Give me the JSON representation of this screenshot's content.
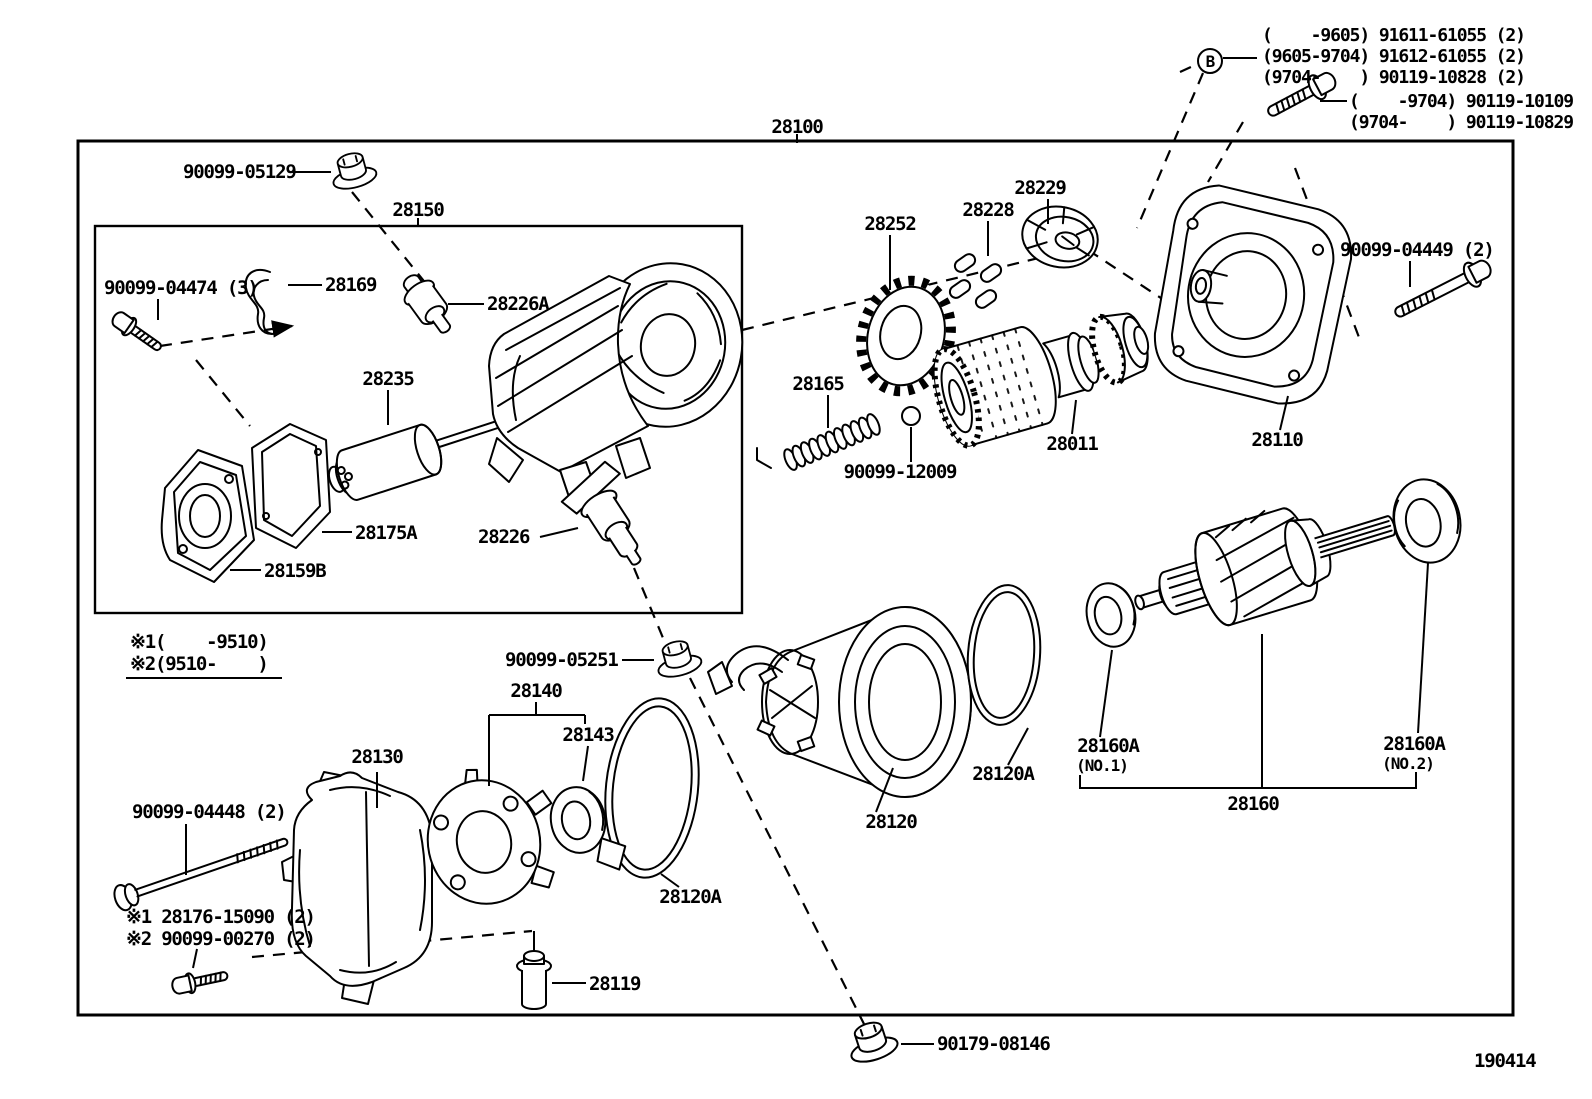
{
  "figure": {
    "drawing_number": "190414",
    "assembly": "28100",
    "sub_assembly": "28150",
    "marker_b": "B"
  },
  "bolt_table": {
    "b_rows": [
      "(    -9605) 91611-61055 (2)",
      "(9605-9704) 91612-61055 (2)",
      "(9704-    ) 90119-10828 (2)"
    ],
    "lower_rows": [
      "(    -9704) 90119-10109",
      "(9704-    ) 90119-10829"
    ]
  },
  "legend": {
    "row1": "※1(    -9510)",
    "row2": "※2(9510-    )"
  },
  "labels": {
    "nut_05129": "90099-05129",
    "bolt_04474": "90099-04474 (3)",
    "clip_28169": "28169",
    "switch_28226a": "28226A",
    "plunger_28235": "28235",
    "gasket_28175a": "28175A",
    "end_frame_28159b": "28159B",
    "switch_28226": "28226",
    "gear_28252": "28252",
    "rollers_28228": "28228",
    "retainer_28229": "28229",
    "spring_28165": "28165",
    "ball_12009": "90099-12009",
    "clutch_28011": "28011",
    "end_cover_28110": "28110",
    "bolt_04449": "90099-04449 (2)",
    "housing_28130": "28130",
    "bolt_04448": "90099-04448 (2)",
    "note1_bolt": "※1 28176-15090 (2)",
    "note2_bolt": "※2 90099-00270 (2)",
    "brush_holder_28140": "28140",
    "bearing_28143": "28143",
    "nut_05251": "90099-05251",
    "oring_mid_28120a": "28120A",
    "field_frame_28120": "28120",
    "oring_low_28120a": "28120A",
    "bearing_no1": "28160A",
    "bearing_no1_sub": "(NO.1)",
    "bearing_no2": "28160A",
    "bearing_no2_sub": "(NO.2)",
    "armature_28160": "28160",
    "plug_28119": "28119",
    "nut_08146": "90179-08146"
  }
}
